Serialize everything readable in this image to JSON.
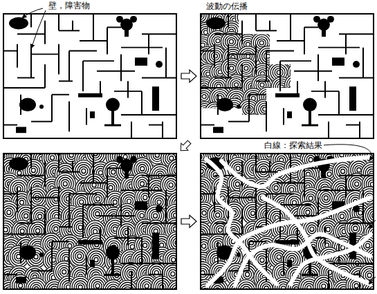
{
  "diagram": {
    "labels": [
      "壁，障害物",
      "波動の伝播",
      "白線：探索結果"
    ]
  }
}
